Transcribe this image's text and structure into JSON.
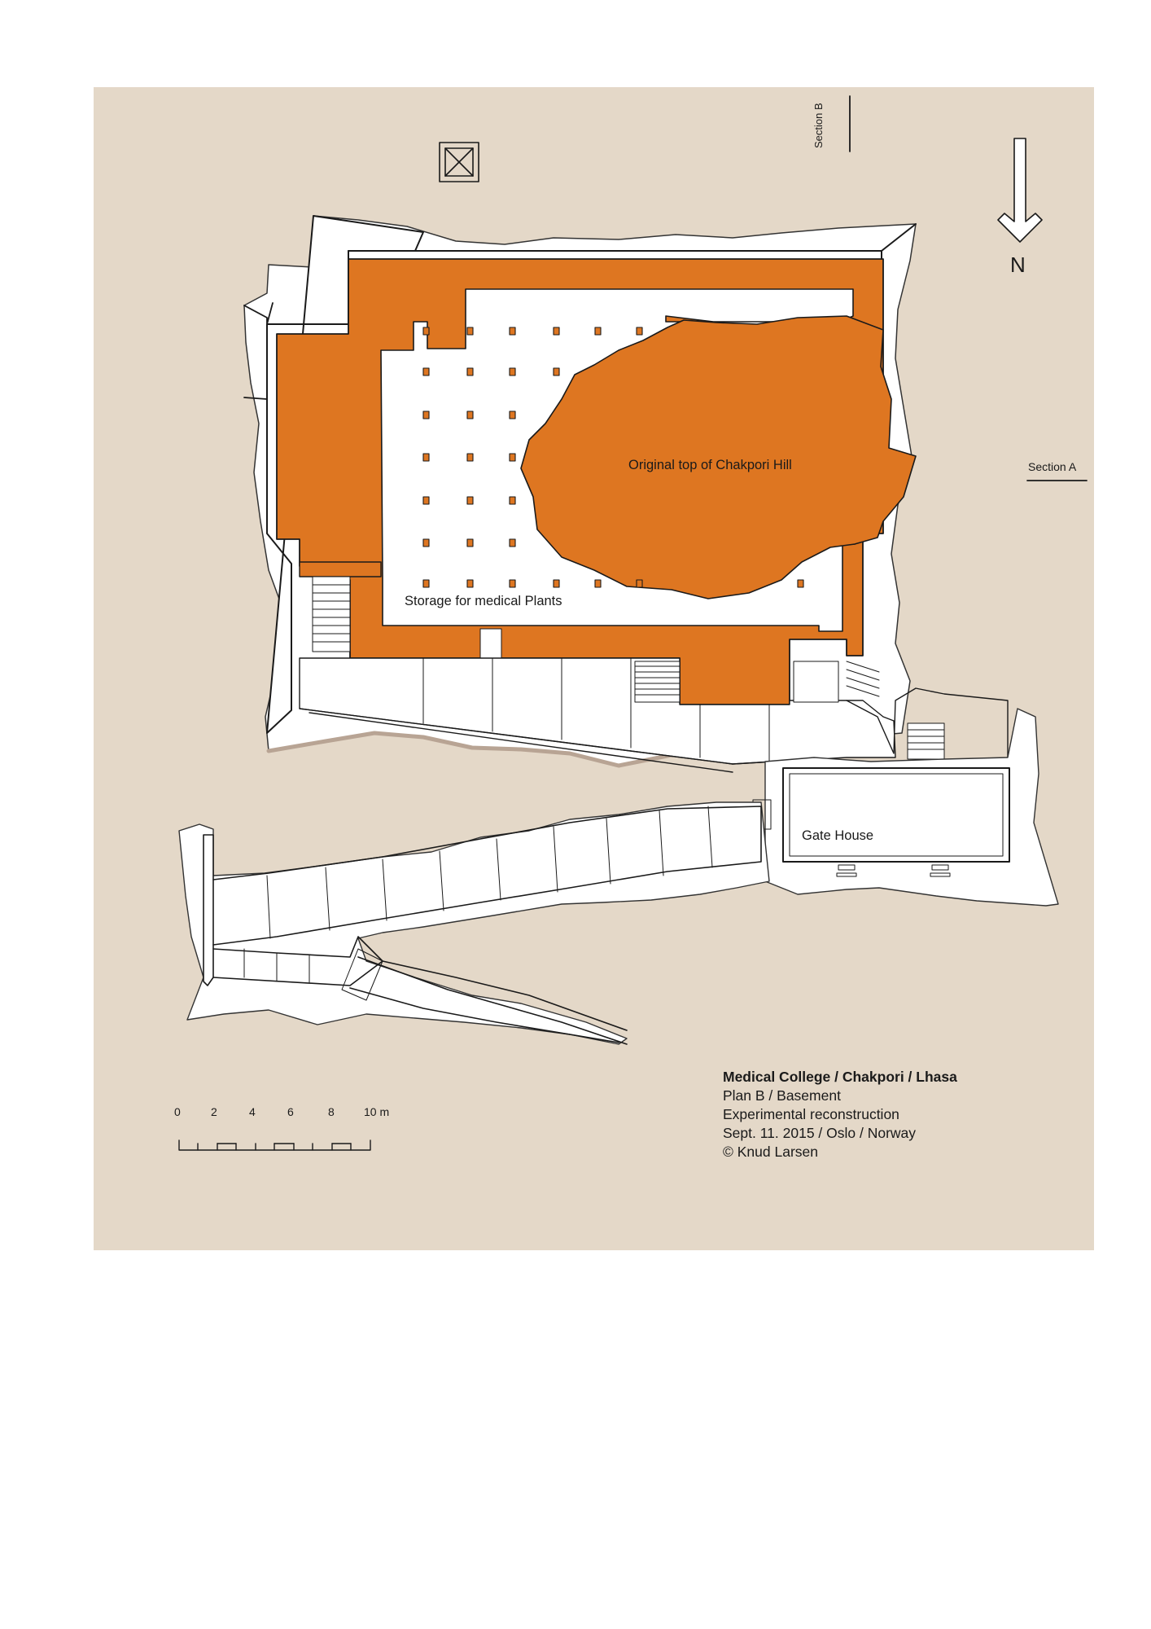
{
  "labels": {
    "section_b": "Section B",
    "section_a": "Section A",
    "north": "N",
    "hill": "Original top of Chakpori Hill",
    "storage": "Storage for medical Plants",
    "gate_house": "Gate House"
  },
  "scale_bar": {
    "ticks": [
      "0",
      "2",
      "4",
      "6",
      "8",
      "10 m"
    ]
  },
  "title_block": {
    "line1": "Medical College / Chakpori / Lhasa",
    "line2": "Plan B / Basement",
    "line3": "Experimental reconstruction",
    "line4": "Sept. 11. 2015 / Oslo / Norway",
    "line5": "© Knud Larsen"
  },
  "colors": {
    "background": "#e4d8c8",
    "paper": "#ffffff",
    "structure": "#de7621",
    "line": "#1a1a1a"
  }
}
